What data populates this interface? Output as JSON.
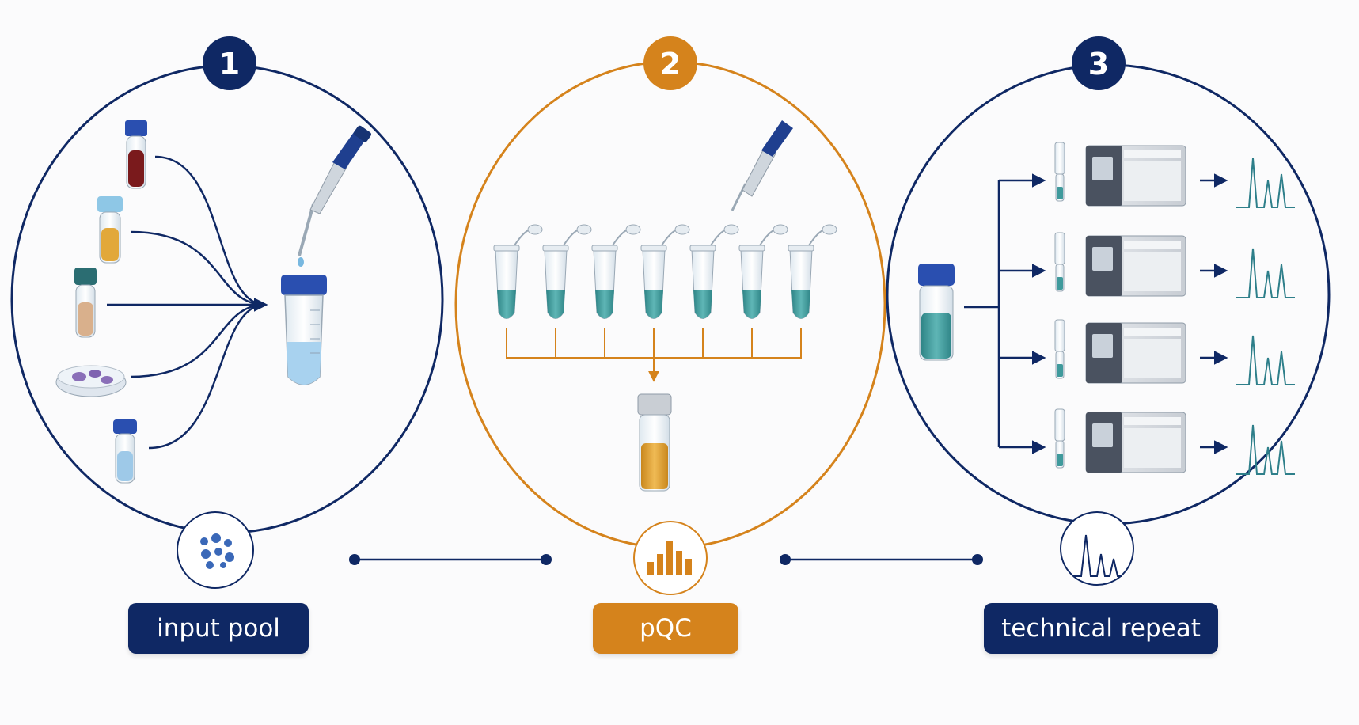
{
  "steps": [
    {
      "number": "1",
      "label": "input pool",
      "color": "#0f2864"
    },
    {
      "number": "2",
      "label": "pQC",
      "color": "#d5831c"
    },
    {
      "number": "3",
      "label": "technical repeat",
      "color": "#0f2864"
    }
  ],
  "colors": {
    "navy": "#0f2864",
    "orange": "#d5831c",
    "teal_liquid": "#3f9a9c",
    "blood": "#7a1a1c",
    "amber": "#e2a83a",
    "sky": "#9ec9e8"
  },
  "icons": {
    "step1": "cells-icon",
    "step2": "bar-chart-icon",
    "step3": "chromatogram-icon"
  }
}
